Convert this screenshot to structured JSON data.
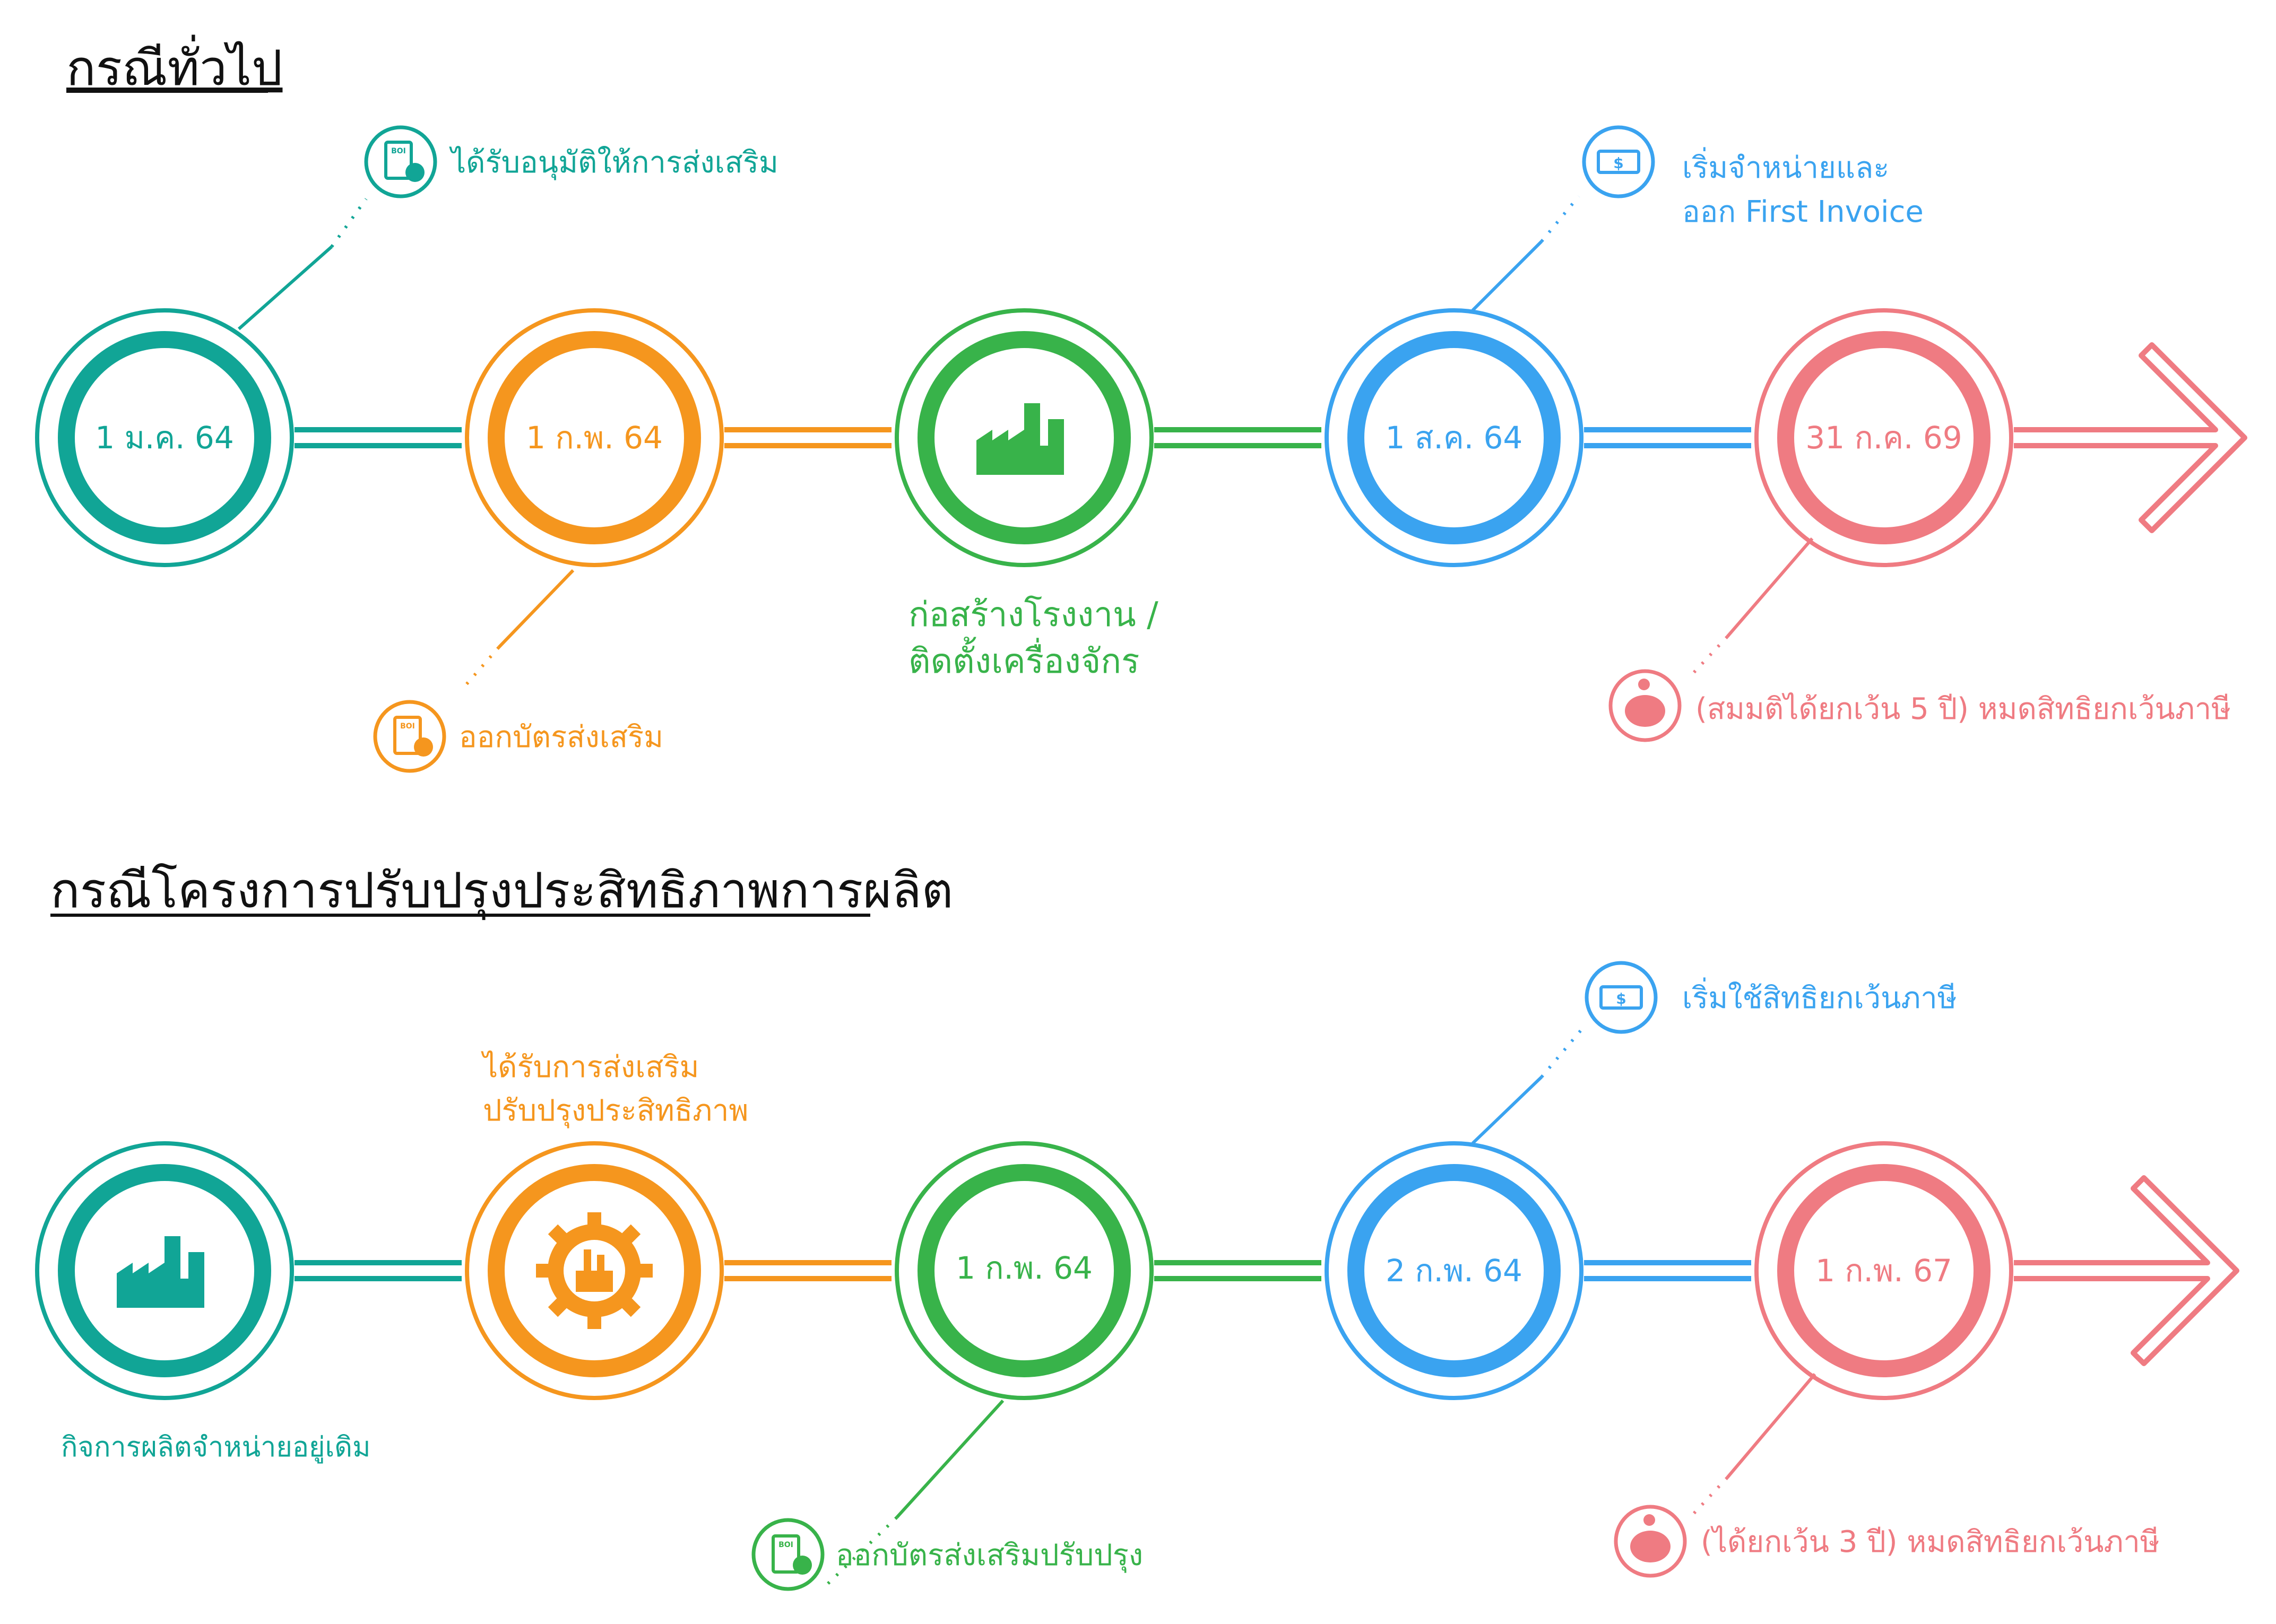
{
  "sections": [
    {
      "title": "กรณีทั่วไป",
      "nodes": [
        {
          "center": "1 ม.ค. 64",
          "color": "#11a596"
        },
        {
          "center": "1 ก.พ. 64",
          "color": "#f5961e"
        },
        {
          "center": "",
          "icon": "factory-icon",
          "color": "#38b34a"
        },
        {
          "center": "1 ส.ค. 64",
          "color": "#3aa3f0"
        },
        {
          "center": "31 ก.ค. 69",
          "color": "#ef7b82"
        }
      ],
      "labels": {
        "approved": "ได้รับอนุมัติให้การส่งเสริม",
        "certificate": "ออกบัตรส่งเสริม",
        "construction_line1": "ก่อสร้างโรงงาน /",
        "construction_line2": "ติดตั้งเครื่องจักร",
        "invoice_line1": "เริ่มจำหน่ายและ",
        "invoice_line2": "ออก First Invoice",
        "expire": "(สมมติได้ยกเว้น 5 ปี) หมดสิทธิยกเว้นภาษี"
      }
    },
    {
      "title": "กรณีโครงการปรับปรุงประสิทธิภาพการผลิต",
      "nodes": [
        {
          "center": "",
          "icon": "factory-icon",
          "color": "#11a596"
        },
        {
          "center": "",
          "icon": "gear-factory-icon",
          "color": "#f5961e"
        },
        {
          "center": "1 ก.พ. 64",
          "color": "#38b34a"
        },
        {
          "center": "2 ก.พ. 64",
          "color": "#3aa3f0"
        },
        {
          "center": "1 ก.พ. 67",
          "color": "#ef7b82"
        }
      ],
      "labels": {
        "existing": "กิจการผลิตจำหน่ายอยู่เดิม",
        "promoted_line1": "ได้รับการส่งเสริม",
        "promoted_line2": "ปรับปรุงประสิทธิภาพ",
        "certificate": "ออกบัตรส่งเสริมปรับปรุง",
        "tax_start": "เริ่มใช้สิทธิยกเว้นภาษี",
        "expire": "(ได้ยกเว้น 3 ปี) หมดสิทธิยกเว้นภาษี"
      }
    }
  ],
  "colors": {
    "teal": "#11a596",
    "orange": "#f5961e",
    "green": "#38b34a",
    "blue": "#3aa3f0",
    "pink": "#ef7b82"
  },
  "icon_texts": {
    "boi": "BOI",
    "dollar": "$"
  }
}
